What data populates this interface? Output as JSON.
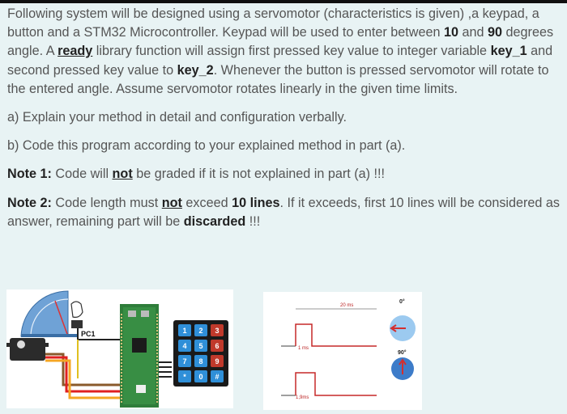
{
  "paragraph": {
    "t1": "Following system will be designed using a servomotor (characteristics is given) ,a keypad, a button and a STM32 Microcontroller. Keypad will be used to enter between ",
    "n10": "10",
    "t2": " and ",
    "n90": "90",
    "t3": " degrees angle. A ",
    "ready": "ready",
    "t4": " library function will assign first pressed key value to integer variable ",
    "key1": "key_1",
    "t5": " and second pressed key value to ",
    "key2": "key_2",
    "t6": ". Whenever the button is pressed servomotor will rotate to the entered angle. Assume servomotor rotates linearly in the given time limits."
  },
  "part_a": "a) Explain your method in detail and configuration verbally.",
  "part_b": "b) Code this program according to your explained method in part (a).",
  "note1": {
    "label": "Note 1:",
    "t1": " Code will ",
    "not": "not",
    "t2": " be graded if it is not explained in part (a) !!!"
  },
  "note2": {
    "label": "Note 2:",
    "t1": " Code length must ",
    "not": "not",
    "t2": " exceed ",
    "lines": "10 lines",
    "t3": ". If it exceeds, first 10 lines will be considered as answer, remaining part will be ",
    "discarded": "discarded",
    "t4": " !!!"
  },
  "circuit": {
    "pc_label": "PC1",
    "keys": [
      "1",
      "2",
      "3",
      "4",
      "5",
      "6",
      "7",
      "8",
      "9",
      "*",
      "0",
      "#"
    ]
  },
  "timing": {
    "period_label": "20 ms",
    "pulse1_label": "1 ms",
    "pulse2_label": "1,9ms",
    "angle0": "0°",
    "angle90": "90°"
  }
}
